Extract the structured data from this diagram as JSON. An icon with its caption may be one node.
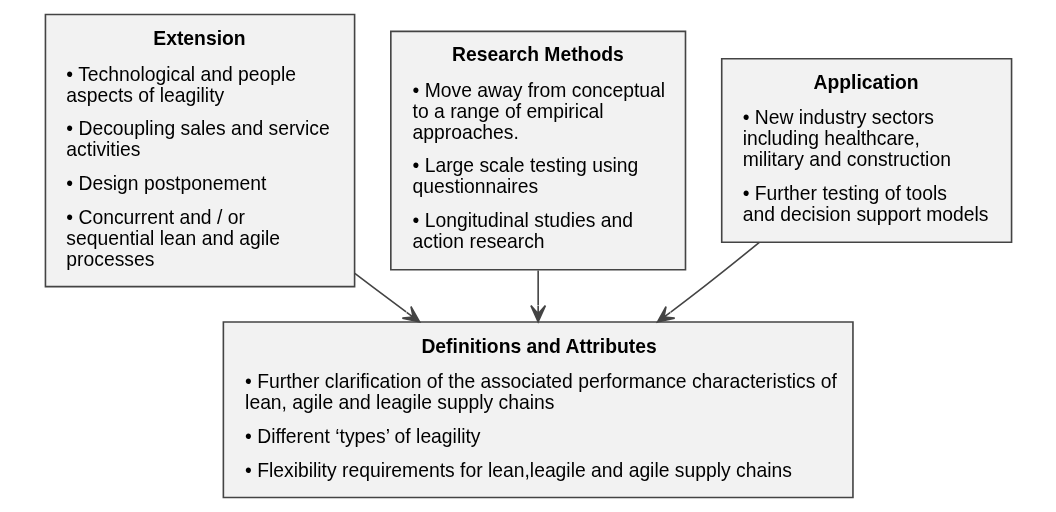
{
  "diagram": {
    "nodes": [
      {
        "text": [
          "Extension",
          "• Technological and people aspects of leagility",
          "• Decoupling sales and service activities",
          "• Design postponement",
          "• Concurrent and / or sequential lean and agile processes"
        ]
      },
      {
        "text": [
          "Research Methods",
          "• Move away from conceptual to a range of empirical approaches.",
          "• Large scale testing using questionnaires",
          "• Longitudinal studies and action research"
        ]
      },
      {
        "text": [
          "Application",
          "• New industry sectors including healthcare, military and construction",
          "• Further testing of tools and decision support models"
        ]
      },
      {
        "text": [
          "Definitions and Attributes",
          "• Further clarification of the associated performance characteristics of lean, agile and leagile supply chains",
          "• Different ‘types’ of leagility",
          "• Flexibility requirements for lean,leagile and agile supply chains"
        ]
      }
    ],
    "edges": [
      {
        "from": 0,
        "to": 3,
        "arrow": "to"
      },
      {
        "from": 1,
        "to": 3,
        "arrow": "to"
      },
      {
        "from": 2,
        "to": 3,
        "arrow": "to"
      }
    ]
  }
}
